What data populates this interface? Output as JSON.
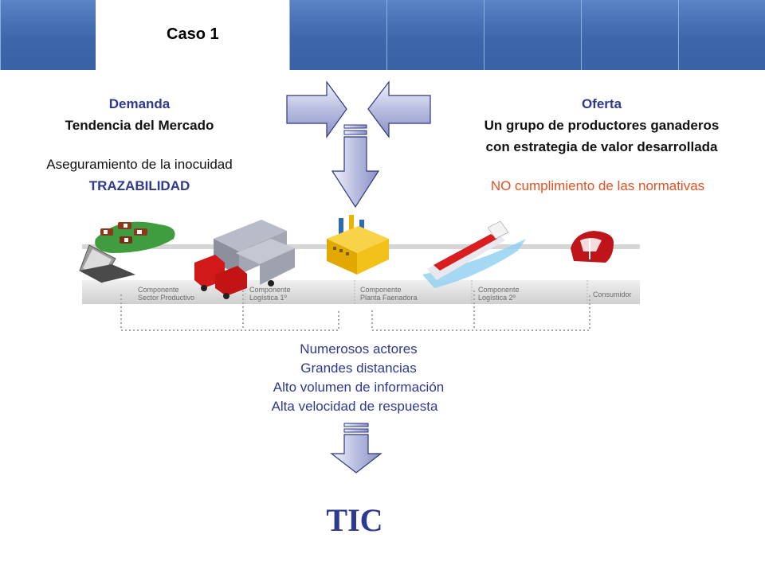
{
  "colors": {
    "header": "#4a72b5",
    "dark_blue": "#2f3a8f",
    "red_orange": "#e8501f"
  },
  "header": {
    "title": "Caso 1"
  },
  "demanda": {
    "title": "Demanda",
    "subtitle": "Tendencia del Mercado",
    "line1": "Aseguramiento de la inocuidad",
    "line2": "TRAZABILIDAD"
  },
  "oferta": {
    "title": "Oferta",
    "line1": "Un grupo de productores ganaderos",
    "line2": "con estrategia de valor desarrollada",
    "note": "NO cumplimiento de las normativas"
  },
  "chain": {
    "stages": [
      {
        "line1": "Componente",
        "line2": "Sector Productivo"
      },
      {
        "line1": "Componente",
        "line2": "Logística 1º"
      },
      {
        "line1": "Componente",
        "line2": "Planta Faenadora"
      },
      {
        "line1": "Componente",
        "line2": "Logística 2º"
      },
      {
        "line1": "Consumidor",
        "line2": ""
      }
    ]
  },
  "factors": [
    "Numerosos actores",
    "Grandes distancias",
    "Alto volumen de información",
    "Alta velocidad de respuesta"
  ],
  "result": "TIC"
}
